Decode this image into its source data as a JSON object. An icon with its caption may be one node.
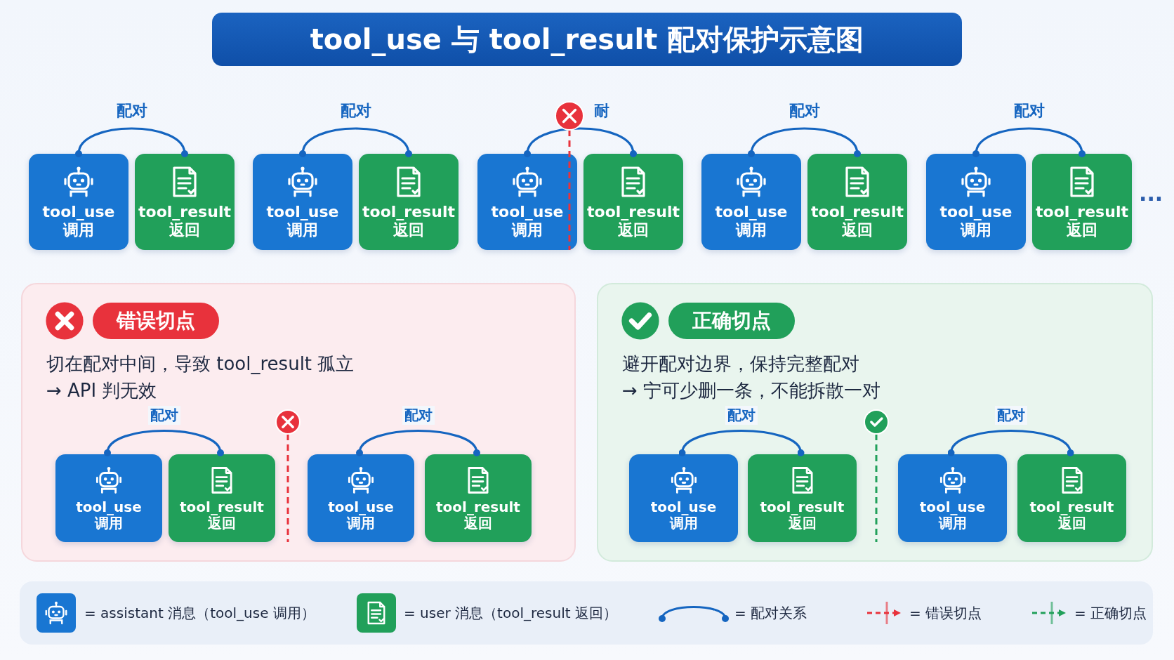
{
  "diagram": {
    "title": "tool_use 与 tool_result 配对保护示意图",
    "nodes": [
      {
        "text": [
          "tool_use",
          "调用"
        ]
      },
      {
        "text": [
          "tool_result",
          "返回"
        ]
      },
      {
        "text": [
          "tool_use",
          "调用"
        ]
      },
      {
        "text": [
          "tool_result",
          "返回"
        ]
      },
      {
        "text": [
          "tool_use",
          "调用"
        ]
      },
      {
        "text": [
          "tool_result",
          "返回"
        ]
      },
      {
        "text": [
          "tool_use",
          "调用"
        ]
      },
      {
        "text": [
          "tool_result",
          "返回"
        ]
      },
      {
        "text": [
          "tool_use",
          "调用"
        ]
      },
      {
        "text": [
          "tool_result",
          "返回"
        ]
      },
      {
        "text": [
          "错误切点",
          "切在配对中间，导致 tool_result 孤立",
          "→ API 判无效"
        ]
      },
      {
        "text": [
          "tool_use",
          "调用"
        ],
        "in": 10
      },
      {
        "text": [
          "tool_result",
          "返回"
        ],
        "in": 10
      },
      {
        "text": [
          "tool_use",
          "调用"
        ],
        "in": 10
      },
      {
        "text": [
          "tool_result",
          "返回"
        ],
        "in": 10
      },
      {
        "text": [
          "正确切点",
          "避开配对边界，保持完整配对",
          "→ 宁可少删一条，不能拆散一对"
        ]
      },
      {
        "text": [
          "tool_use",
          "调用"
        ],
        "in": 15
      },
      {
        "text": [
          "tool_result",
          "返回"
        ],
        "in": 15
      },
      {
        "text": [
          "tool_use",
          "调用"
        ],
        "in": 15
      },
      {
        "text": [
          "tool_result",
          "返回"
        ],
        "in": 15
      }
    ],
    "edges": [
      {
        "from": 0,
        "to": 1,
        "arrow": "other",
        "label": "配对"
      },
      {
        "from": 2,
        "to": 3,
        "arrow": "other",
        "label": "配对"
      },
      {
        "from": 4,
        "to": 5,
        "arrow": "other",
        "label": "耐"
      },
      {
        "from": 6,
        "to": 7,
        "arrow": "other",
        "label": "配对"
      },
      {
        "from": 8,
        "to": 9,
        "arrow": "other",
        "label": "配对"
      },
      {
        "from": 11,
        "to": 12,
        "arrow": "other",
        "label": "配对"
      },
      {
        "from": 13,
        "to": 14,
        "arrow": "other",
        "label": "配对"
      },
      {
        "from": 16,
        "to": 17,
        "arrow": "other",
        "label": "配对"
      },
      {
        "from": 18,
        "to": 19,
        "arrow": "other",
        "label": "配对"
      }
    ],
    "labels": [
      "···"
    ],
    "legend": [
      {
        "text": "= assistant 消息（tool_use 调用）"
      },
      {
        "text": "= user 消息（tool_result 返回）"
      },
      {
        "text": "= 配对关系"
      },
      {
        "text": "= 错误切点"
      },
      {
        "text": "= 正确切点"
      }
    ]
  }
}
